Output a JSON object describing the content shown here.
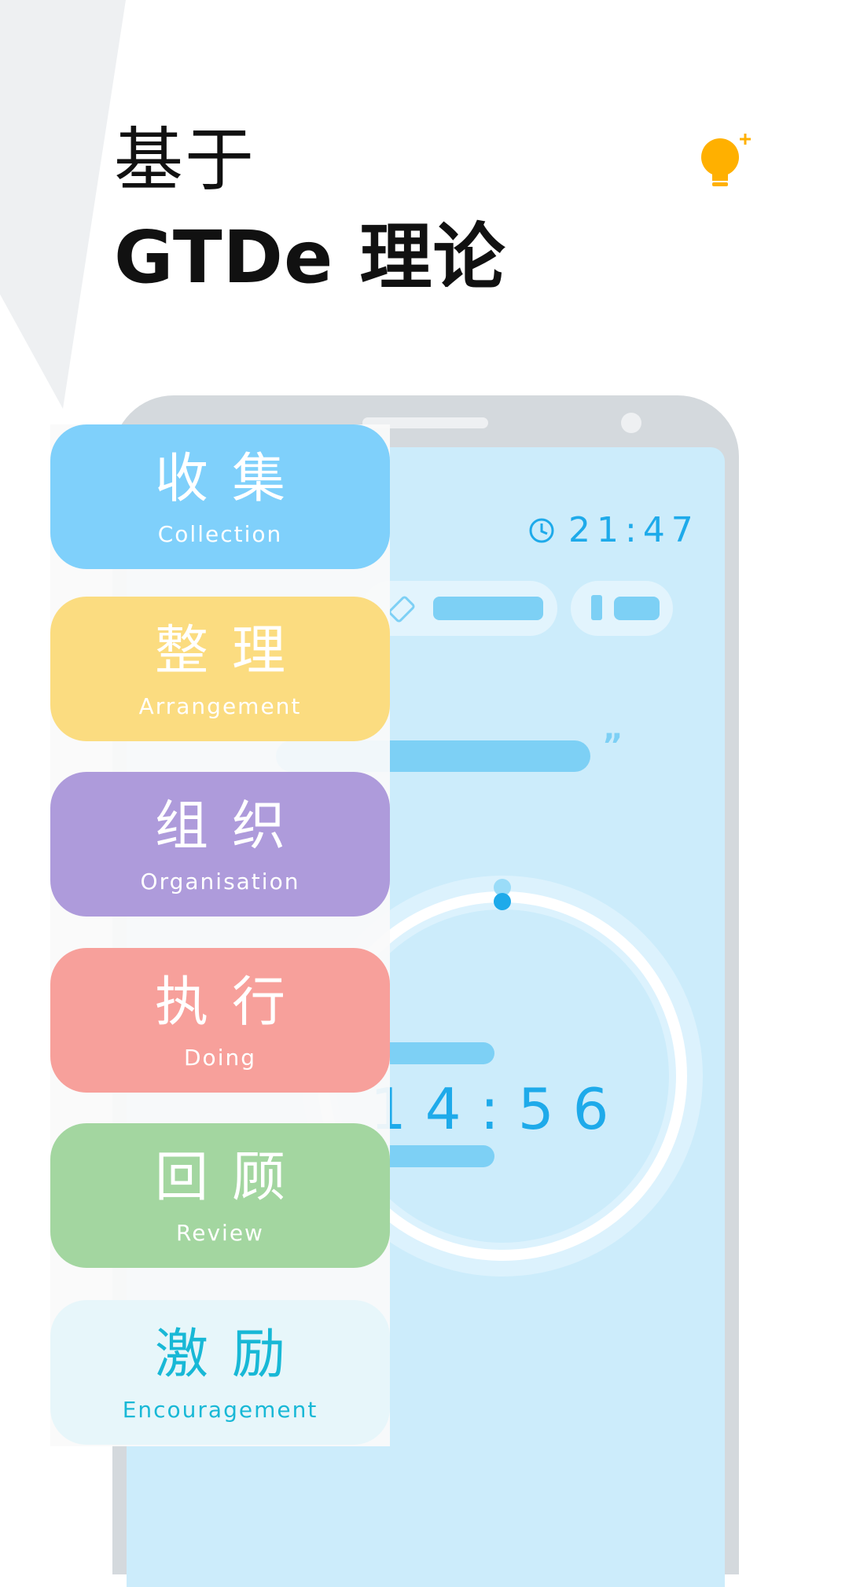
{
  "headline": {
    "line1": "基于",
    "line2": "GTDe 理论"
  },
  "phone": {
    "time": "21:47",
    "timer": "14:56",
    "quote_mark": "”"
  },
  "categories": [
    {
      "cn": "收集",
      "en": "Collection",
      "color": "#7fd0fb"
    },
    {
      "cn": "整理",
      "en": "Arrangement",
      "color": "#fbdc80"
    },
    {
      "cn": "组织",
      "en": "Organisation",
      "color": "#ae9bdb"
    },
    {
      "cn": "执行",
      "en": "Doing",
      "color": "#f7a09b"
    },
    {
      "cn": "回顾",
      "en": "Review",
      "color": "#a3d6a0"
    },
    {
      "cn": "激励",
      "en": "Encouragement",
      "color": "#e7f6fa"
    }
  ],
  "colors": {
    "accent_blue": "#1eaaea",
    "bulb": "#ffb000"
  },
  "icons": {
    "bulb": "lightbulb-icon",
    "clock": "clock-icon",
    "rotate": "screen-rotation-icon",
    "battery": "battery-icon"
  }
}
